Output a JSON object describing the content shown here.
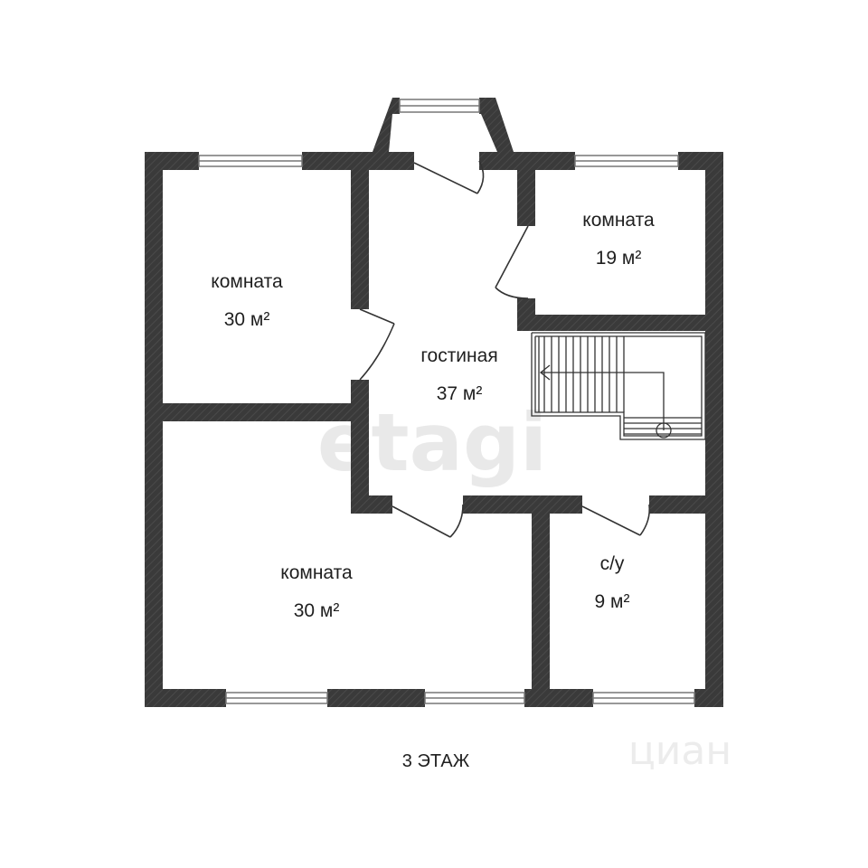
{
  "rooms": {
    "room_top_left": {
      "name": "комната",
      "area": "30 м²"
    },
    "room_top_right": {
      "name": "комната",
      "area": "19 м²"
    },
    "living_room": {
      "name": "гостиная",
      "area": "37 м²"
    },
    "room_bottom_left": {
      "name": "комната",
      "area": "30 м²"
    },
    "bathroom": {
      "name": "с/у",
      "area": "9 м²"
    }
  },
  "floor_label": "3 ЭТАЖ",
  "watermarks": {
    "primary": "etagi",
    "secondary": "циан"
  },
  "colors": {
    "wall": "#3a3a3a",
    "background": "#ffffff",
    "text": "#1f1f1f",
    "watermark": "#e9e9e9"
  }
}
